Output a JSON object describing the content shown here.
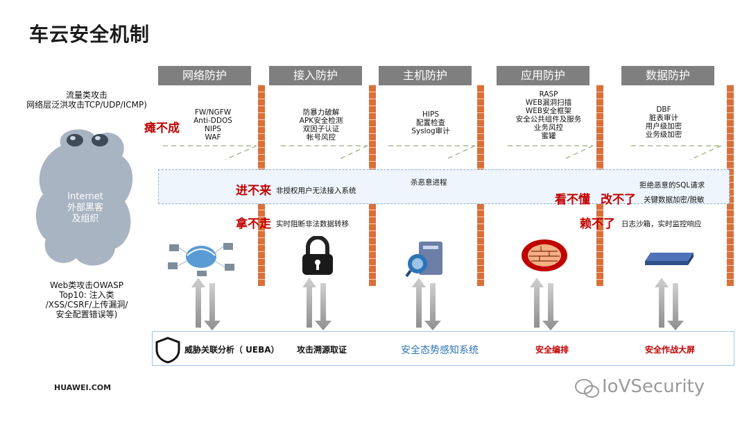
{
  "title": "车云安全机制",
  "layers": [
    {
      "header": "网络防护",
      "items": [
        "FW/NGFW",
        "Anti-DDOS",
        "NIPS",
        "WAF"
      ]
    },
    {
      "header": "接入防护",
      "items": [
        "防暴力破解",
        "APK安全检测",
        "双因子认证",
        "帐号风控"
      ]
    },
    {
      "header": "主机防护",
      "items": [
        "HIPS",
        "配置检查",
        "Syslog审计"
      ]
    },
    {
      "header": "应用防护",
      "items": [
        "RASP",
        "WEB漏洞扫描",
        "WEB安全框架",
        "安全公共组件及服务",
        "业务风控",
        "蜜罐"
      ]
    },
    {
      "header": "数据防护",
      "items": [
        "DBF",
        "脏表审计",
        "用户级加密",
        "业务级加密"
      ]
    }
  ],
  "left": {
    "attack_top": [
      "流量类攻击",
      "网络层泛洪攻击TCP/UDP/ICMP)"
    ],
    "cloud": [
      "Internet",
      "外部黑客",
      "及组织"
    ],
    "attack_bottom": [
      "Web类攻击OWASP",
      "Top10: 注入类",
      "/XSS/CSRF/上传漏洞/",
      "安全配置错误等)"
    ]
  },
  "callouts": {
    "paralyze": "瘫不成",
    "cant_enter": "进不来",
    "cant_enter_desc": "非授权用户无法接入系统",
    "cant_take": "拿不走",
    "cant_take_desc": "实时阻断非法数据转移",
    "kill_proc": "杀恶意进程",
    "sql_reject": "拒绝恶意的SQL请求",
    "cant_read": "看不懂",
    "cant_change": "改不了",
    "encrypt_desc": "关键数据加密/脱敏",
    "cant_deny": "赖不了",
    "sandbox_desc": "日志沙箱，实时监控响应"
  },
  "bottom": {
    "ueba": "威胁关联分析（ UEBA）",
    "trace": "攻击溯源取证",
    "situation": "安全态势感知系统",
    "orchestration": "安全编排",
    "screen": "安全作战大屏"
  },
  "footer": "HUAWEI.COM",
  "watermark": "IoVSecurity",
  "colors": {
    "header_bg": "#7f7f7f",
    "accent_red": "#c00000",
    "situation_blue": "#2e75b6",
    "wall": "#d9703a"
  }
}
